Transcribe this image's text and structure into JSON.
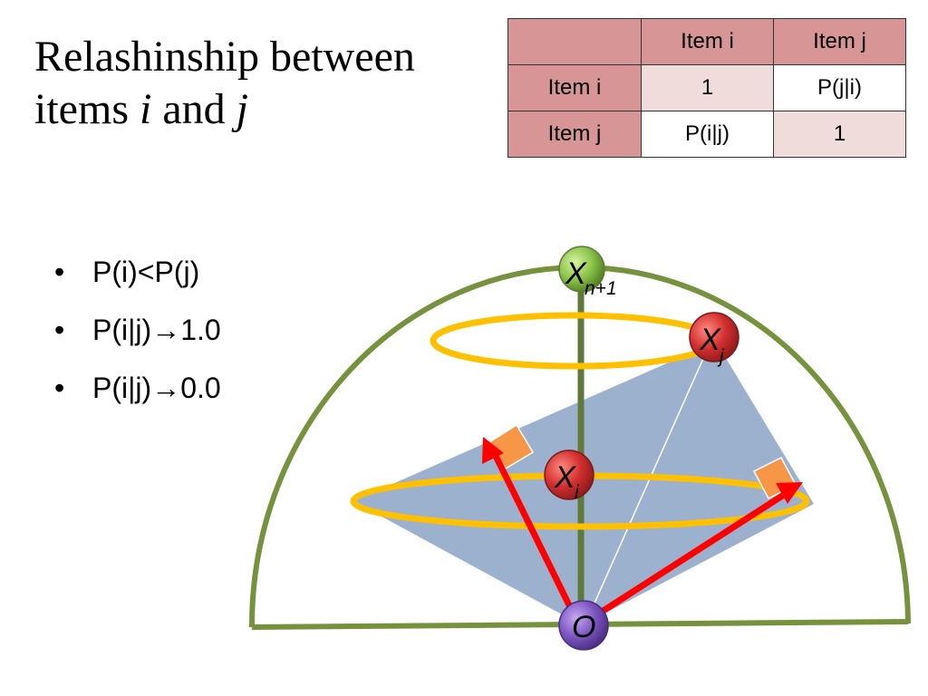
{
  "title": {
    "line1": "Relashinship between",
    "line2_prefix": "items ",
    "var_i": "i",
    "line2_mid": " and ",
    "var_j": "j"
  },
  "table": {
    "header": [
      "",
      "Item i",
      "Item j"
    ],
    "rows": [
      [
        "Item i",
        "1",
        "P(j|i)"
      ],
      [
        "Item j",
        "P(i|j)",
        "1"
      ]
    ]
  },
  "bullets": [
    "P(i)<P(j)",
    "P(i|j)→1.0",
    "P(i|j)→0.0"
  ],
  "diagram": {
    "nodes": {
      "top": "X",
      "top_sub": "n+1",
      "xj": "X",
      "xj_sub": "j",
      "xi": "X",
      "xi_sub": "i",
      "origin": "O"
    },
    "colors": {
      "hemisphere": "#76923c",
      "axis": "#5e7a3a",
      "ring": "#ffc000",
      "plane": "#7f9bbf",
      "vector": "#ff0000",
      "marker": "#f79646",
      "node_red": "#c0392b",
      "node_green": "#8bc34a",
      "node_purple": "#7e57c2"
    }
  }
}
